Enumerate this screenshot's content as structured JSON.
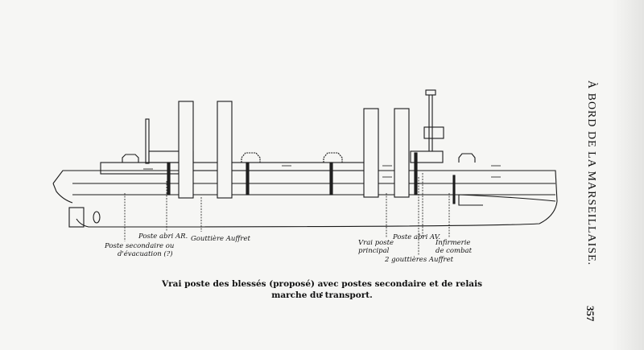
{
  "page": {
    "running_head": "À BORD DE LA MARSEILLAISE.",
    "page_number": "357"
  },
  "figure": {
    "caption_line1": "Vrai poste des blessés (proposé) avec postes secondaire et de relais :",
    "caption_line2": "marche du transport.",
    "labels": {
      "poste_abri_ar": "Poste abri AR.",
      "gouttiere_auffret": "Gouttière Auffret",
      "poste_secondaire_1": "Poste secondaire ou",
      "poste_secondaire_2": "d'évacuation (?)",
      "vrai_poste_1": "Vrai poste",
      "vrai_poste_2": "principal",
      "poste_abri_av": "Poste abri AV.",
      "gouttieres_2": "2 gouttières Auffret",
      "infirmerie_1": "Infirmerie",
      "infirmerie_2": "de combat"
    }
  }
}
